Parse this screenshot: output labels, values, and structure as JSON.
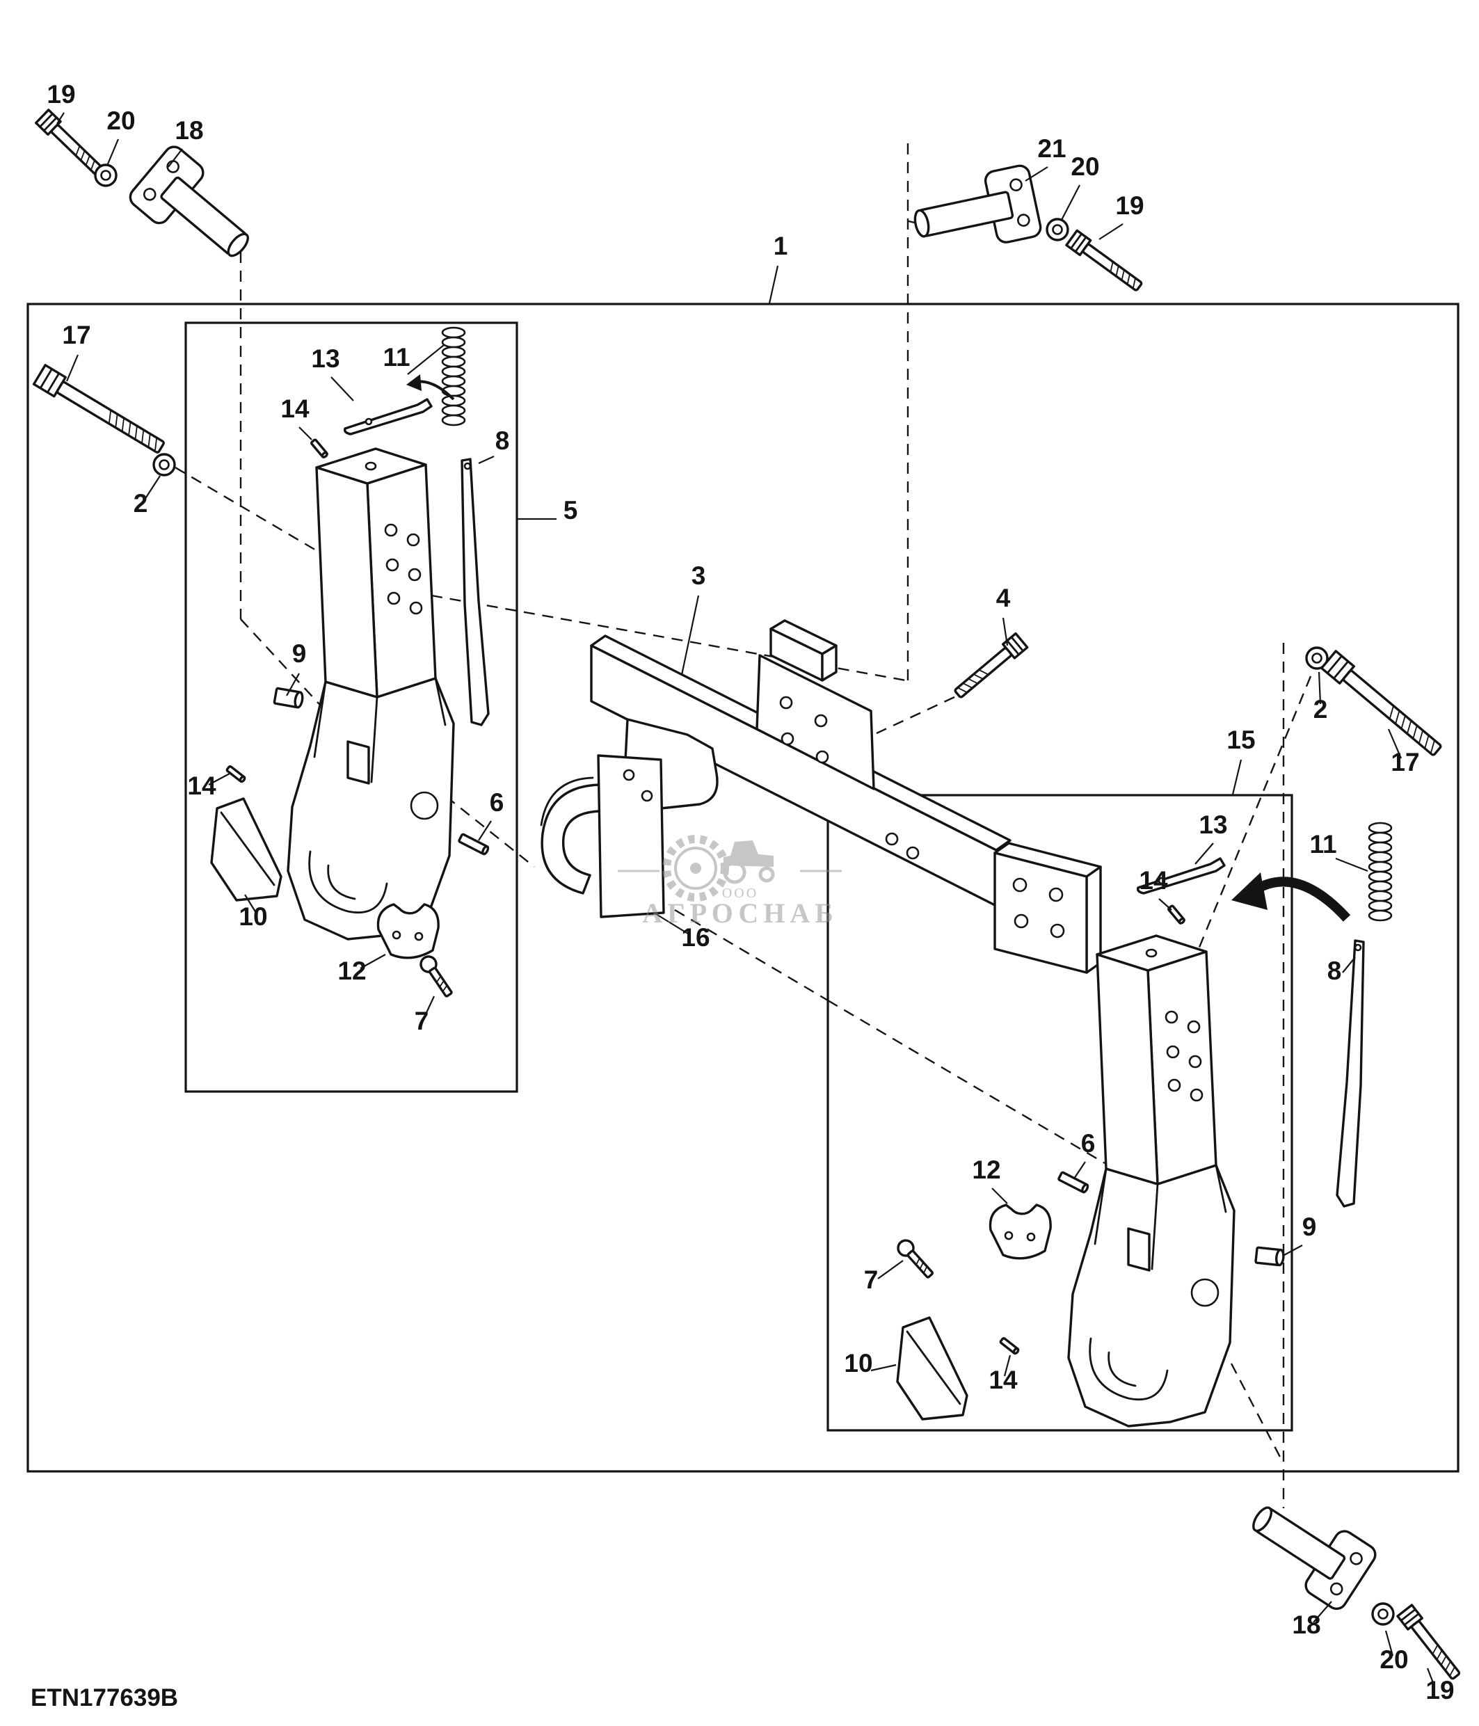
{
  "meta": {
    "drawing_code": "ETN177639B",
    "background_color": "#ffffff",
    "line_color": "#141414",
    "watermark_color": "#8f8f8f"
  },
  "watermark": {
    "small_text": "ООО",
    "main_text": "АГРОСНАБ"
  },
  "callouts": [
    {
      "id": "19-top-left",
      "label": "19"
    },
    {
      "id": "20-top-left",
      "label": "20"
    },
    {
      "id": "18-top-left",
      "label": "18"
    },
    {
      "id": "1-main-box",
      "label": "1"
    },
    {
      "id": "21-top-right",
      "label": "21"
    },
    {
      "id": "20-top-right",
      "label": "20"
    },
    {
      "id": "19-top-right",
      "label": "19"
    },
    {
      "id": "17-left",
      "label": "17"
    },
    {
      "id": "2-left",
      "label": "2"
    },
    {
      "id": "13-left",
      "label": "13"
    },
    {
      "id": "11-left",
      "label": "11"
    },
    {
      "id": "14-left-upper",
      "label": "14"
    },
    {
      "id": "8-left",
      "label": "8"
    },
    {
      "id": "5-sub-box",
      "label": "5"
    },
    {
      "id": "3-drawbar",
      "label": "3"
    },
    {
      "id": "4-bolt",
      "label": "4"
    },
    {
      "id": "9-left",
      "label": "9"
    },
    {
      "id": "14-left-lower",
      "label": "14"
    },
    {
      "id": "6-left",
      "label": "6"
    },
    {
      "id": "10-left",
      "label": "10"
    },
    {
      "id": "12-left",
      "label": "12"
    },
    {
      "id": "7-left",
      "label": "7"
    },
    {
      "id": "16-hook",
      "label": "16"
    },
    {
      "id": "2-right",
      "label": "2"
    },
    {
      "id": "17-right",
      "label": "17"
    },
    {
      "id": "15-sub-box",
      "label": "15"
    },
    {
      "id": "13-right",
      "label": "13"
    },
    {
      "id": "14-right-upper",
      "label": "14"
    },
    {
      "id": "11-right",
      "label": "11"
    },
    {
      "id": "8-right",
      "label": "8"
    },
    {
      "id": "12-right",
      "label": "12"
    },
    {
      "id": "6-right",
      "label": "6"
    },
    {
      "id": "7-right",
      "label": "7"
    },
    {
      "id": "9-right",
      "label": "9"
    },
    {
      "id": "10-right",
      "label": "10"
    },
    {
      "id": "14-right-lower",
      "label": "14"
    },
    {
      "id": "18-bottom-right",
      "label": "18"
    },
    {
      "id": "20-bottom-right",
      "label": "20"
    },
    {
      "id": "19-bottom-right",
      "label": "19"
    }
  ]
}
